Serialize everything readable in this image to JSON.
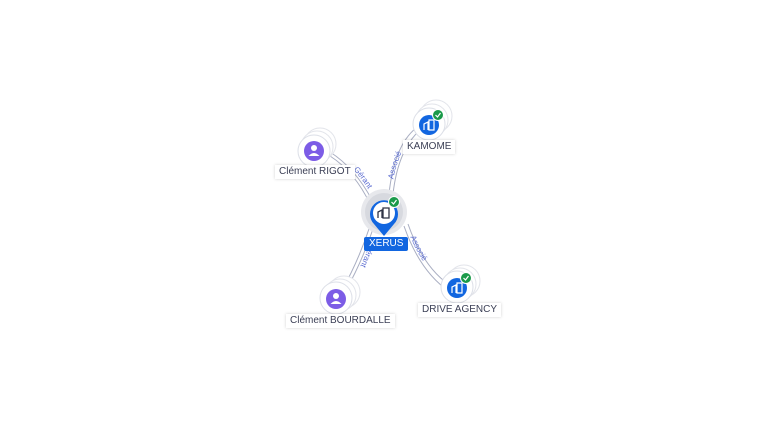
{
  "center": {
    "label": "XERUS"
  },
  "nodes": [
    {
      "id": "rigot",
      "label": "Clément RIGOT",
      "kind": "person"
    },
    {
      "id": "kamome",
      "label": "KAMOME",
      "kind": "company"
    },
    {
      "id": "bourdalle",
      "label": "Clément BOURDALLE",
      "kind": "person"
    },
    {
      "id": "drive",
      "label": "DRIVE AGENCY",
      "kind": "company"
    }
  ],
  "edges": [
    {
      "label": "Gérant"
    },
    {
      "label": "Associé"
    },
    {
      "label": "Gérant"
    },
    {
      "label": "Associé"
    }
  ],
  "colors": {
    "person": "#7c5ce6",
    "company": "#1266e0",
    "verified": "#1a9a4a",
    "edge_label": "#5a6bd0"
  },
  "icons": {
    "person": "user-icon",
    "company": "building-icon",
    "verified": "check-badge-icon"
  }
}
